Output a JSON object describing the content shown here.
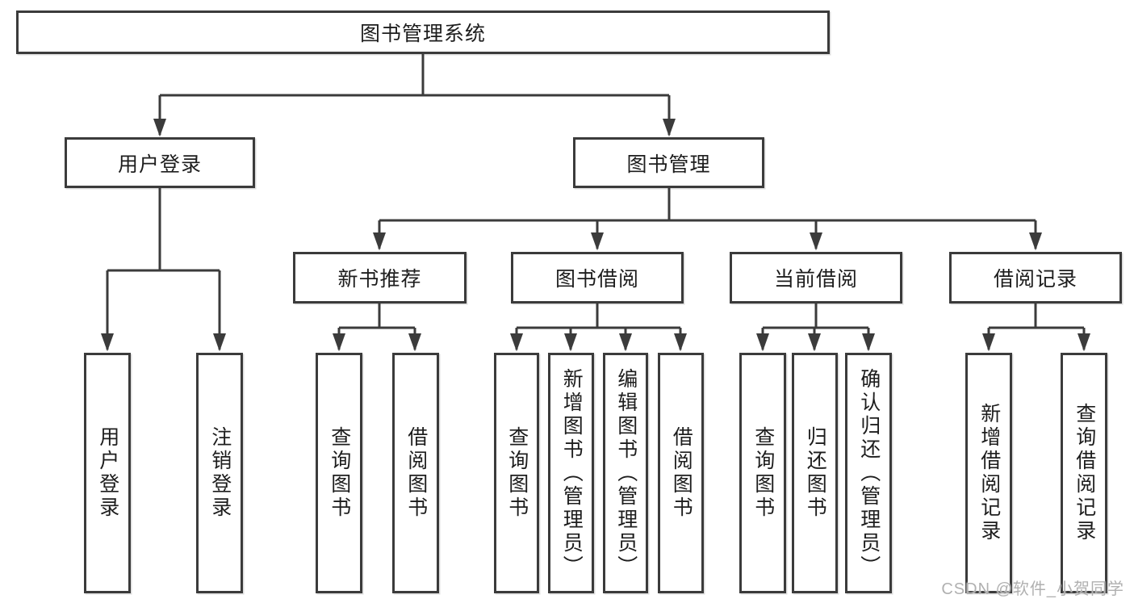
{
  "tree": {
    "label": "图书管理系统",
    "children": [
      {
        "label": "用户登录",
        "children": [
          {
            "label": "用户登录"
          },
          {
            "label": "注销登录"
          }
        ]
      },
      {
        "label": "图书管理",
        "children": [
          {
            "label": "新书推荐",
            "children": [
              {
                "label": "查询图书"
              },
              {
                "label": "借阅图书"
              }
            ]
          },
          {
            "label": "图书借阅",
            "children": [
              {
                "label": "查询图书"
              },
              {
                "label": "新增图书（管理员）"
              },
              {
                "label": "编辑图书（管理员）"
              },
              {
                "label": "借阅图书"
              }
            ]
          },
          {
            "label": "当前借阅",
            "children": [
              {
                "label": "查询图书"
              },
              {
                "label": "归还图书"
              },
              {
                "label": "确认归还（管理员）"
              }
            ]
          },
          {
            "label": "借阅记录",
            "children": [
              {
                "label": "新增借阅记录"
              },
              {
                "label": "查询借阅记录"
              }
            ]
          }
        ]
      }
    ]
  },
  "watermark": {
    "text": "CSDN @软件_小贺同学"
  },
  "colors": {
    "line": "#3b3b3b",
    "text": "#1d1d1d",
    "watermark": "#b0b0b0",
    "background": "#ffffff"
  }
}
